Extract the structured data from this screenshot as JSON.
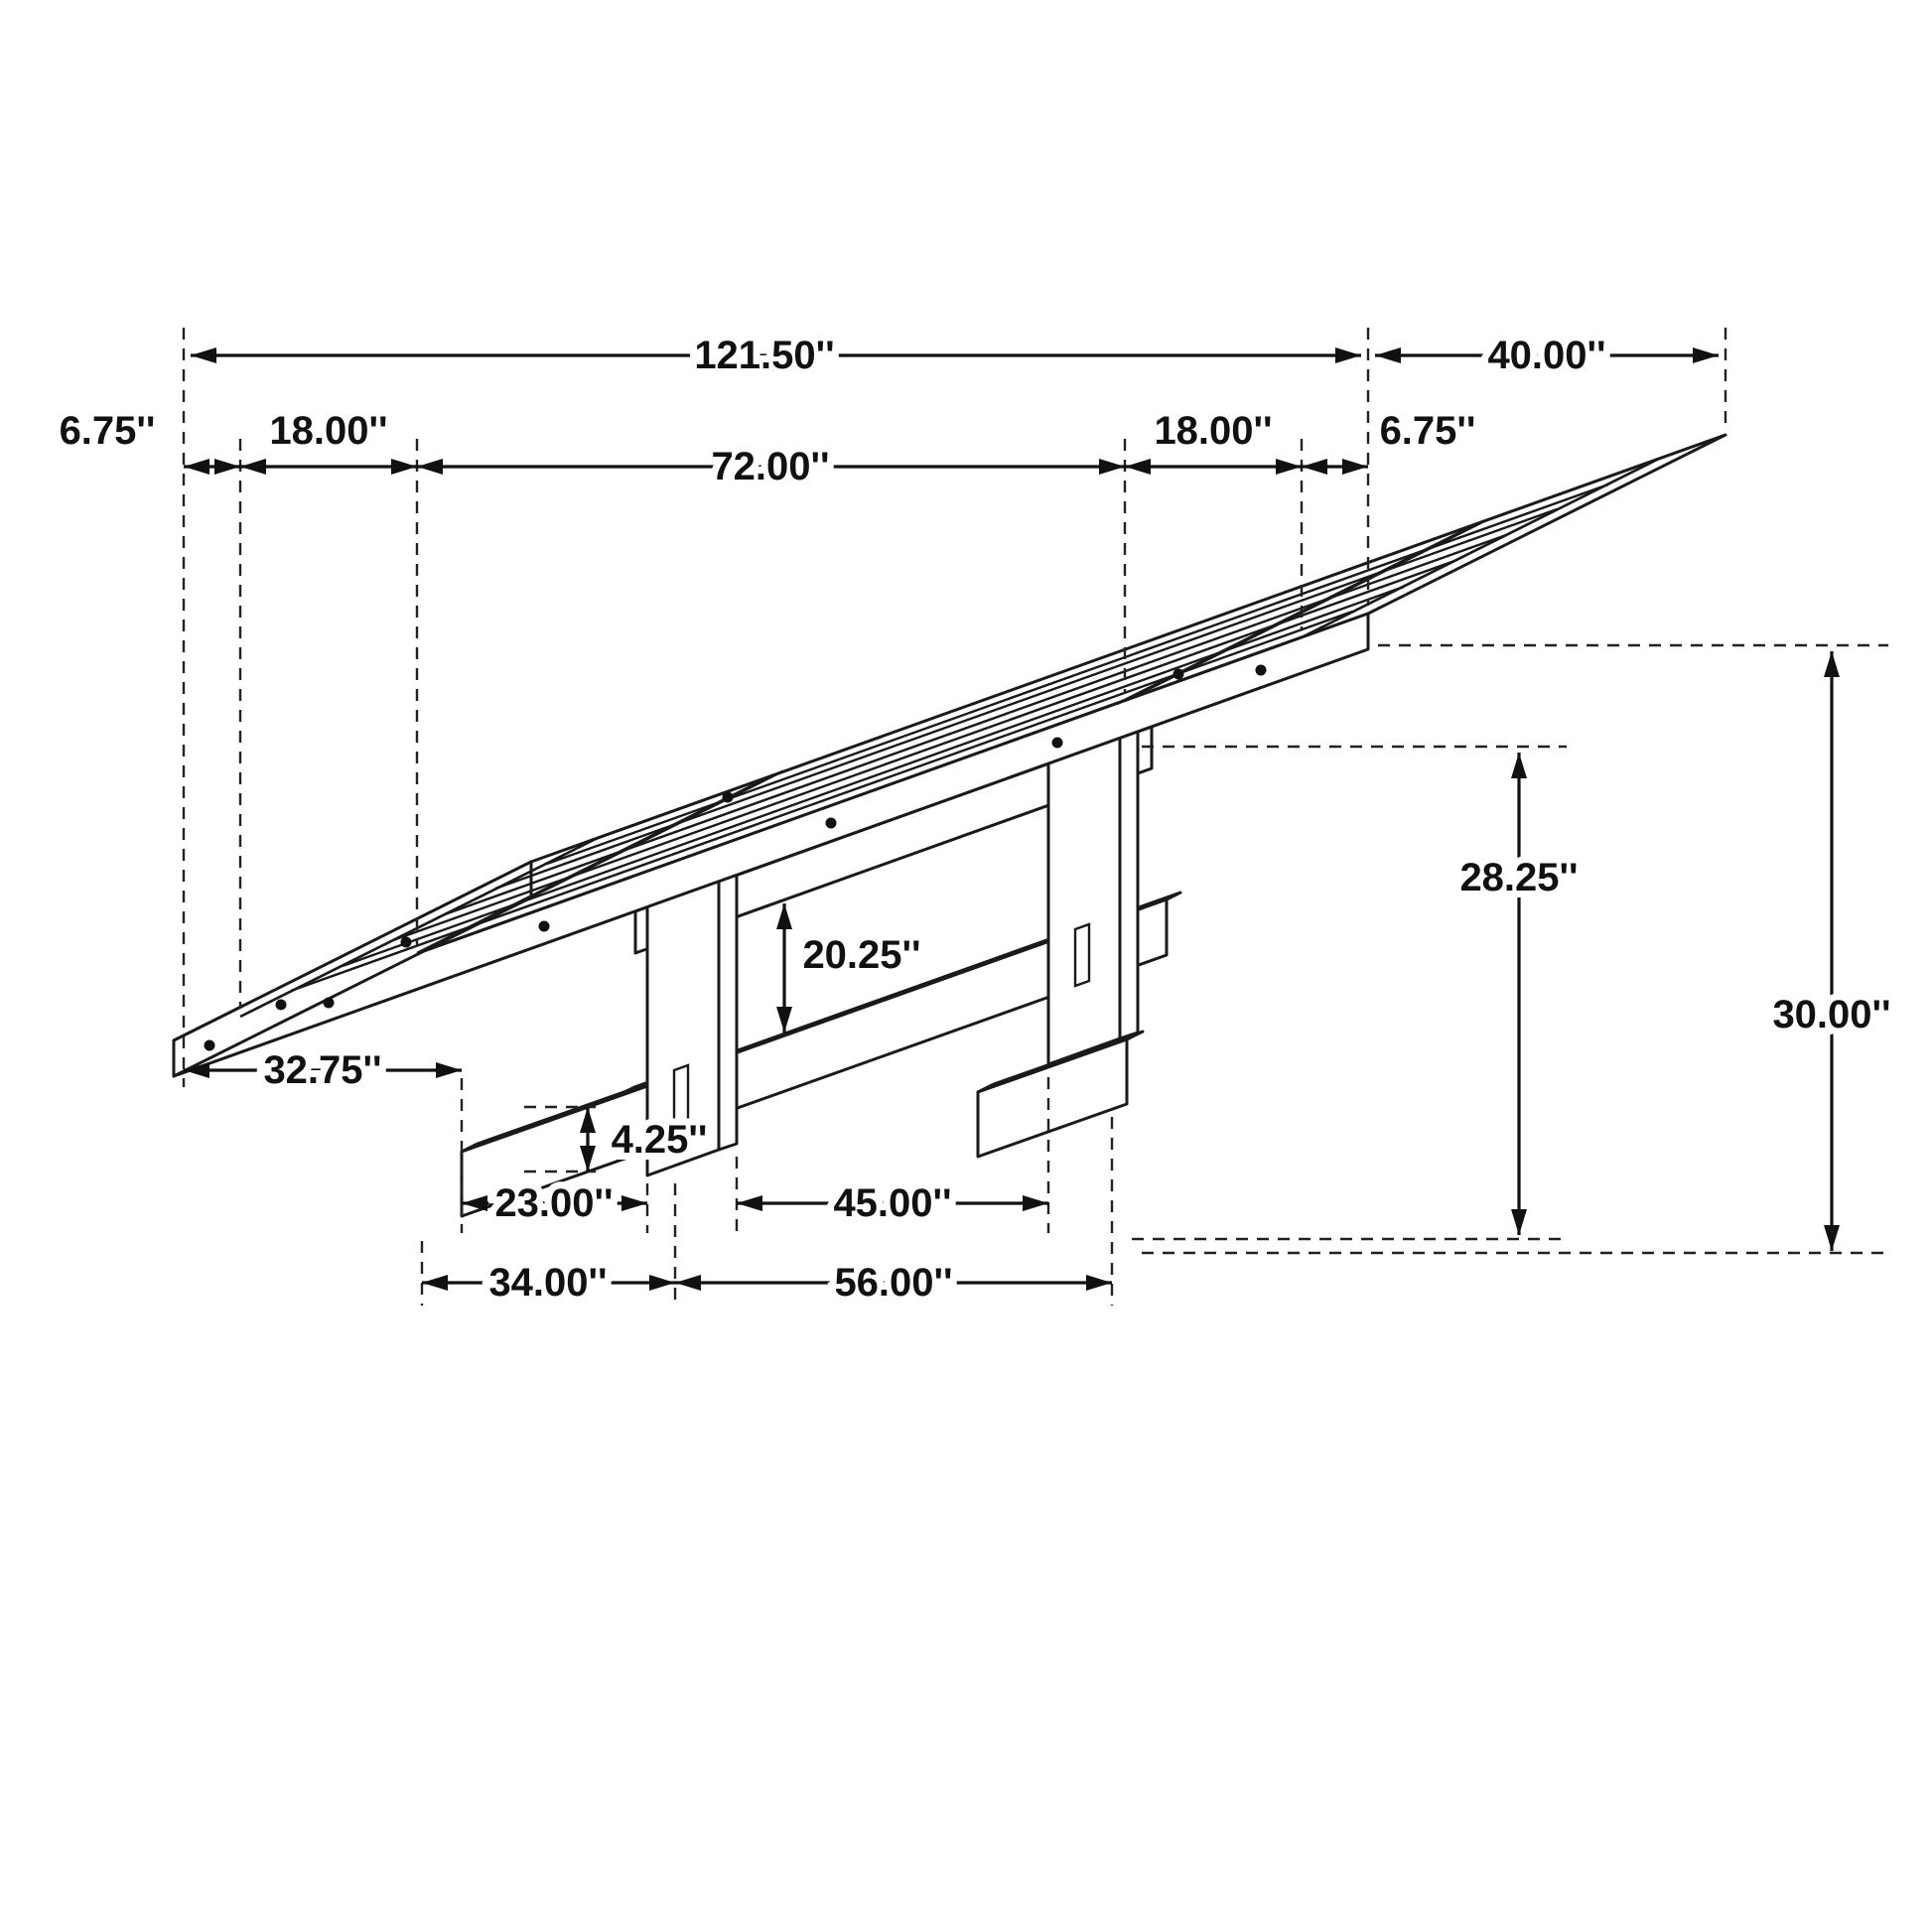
{
  "figure": {
    "kind": "furniture dimension diagram",
    "subject": "trestle dining table with extension leaves, isometric line drawing",
    "line_color": "#1a1a1a",
    "background_color": "#ffffff"
  },
  "dims": {
    "total_length": "121.50''",
    "width": "40.00''",
    "left_end_cap": "6.75''",
    "left_leaf": "18.00''",
    "center_section": "72.00''",
    "right_leaf": "18.00''",
    "right_end_cap": "6.75''",
    "height": "30.00''",
    "leg_height": "28.25''",
    "stretcher_clearance": "20.25''",
    "left_overhang": "32.75''",
    "foot_height": "4.25''",
    "foot_length": "23.00''",
    "stretcher_span": "45.00''",
    "base_span_left": "34.00''",
    "base_span_right": "56.00''"
  }
}
